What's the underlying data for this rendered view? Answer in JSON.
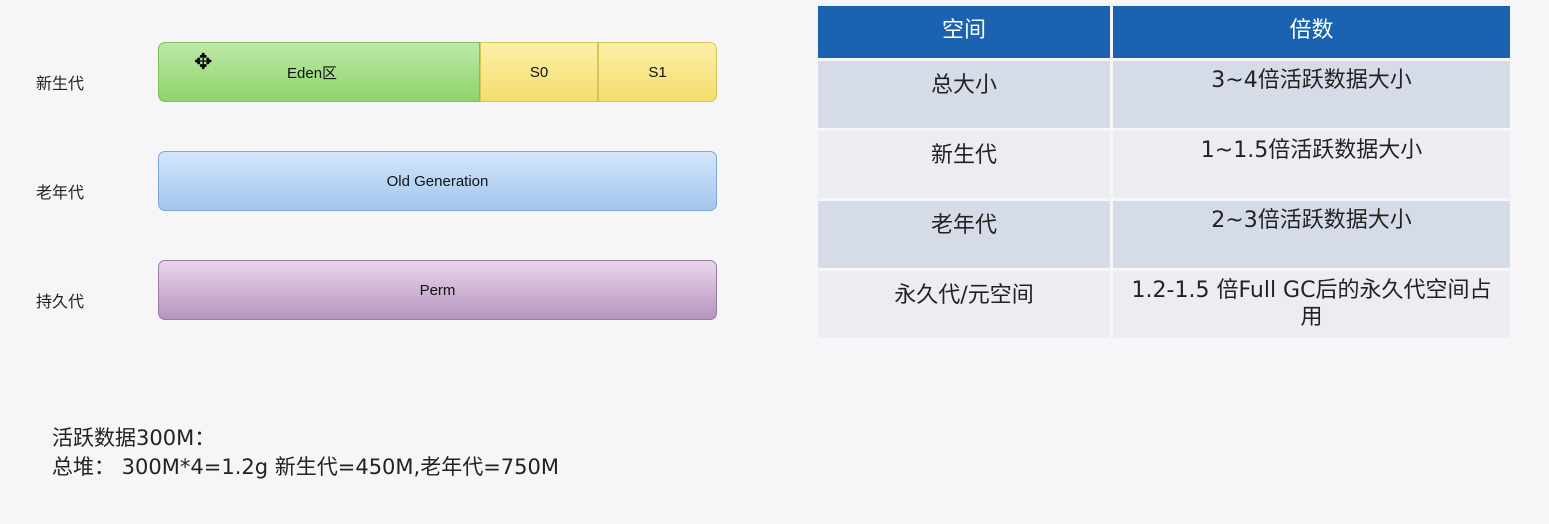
{
  "generations": {
    "young_label": "新生代",
    "old_label": "老年代",
    "perm_label": "持久代",
    "eden": "Eden区",
    "s0": "S0",
    "s1": "S1",
    "old_bar": "Old Generation",
    "perm_bar": "Perm"
  },
  "table": {
    "headers": [
      "空间",
      "倍数"
    ],
    "rows": [
      [
        "总大小",
        "3~4倍活跃数据大小"
      ],
      [
        "新生代",
        "1~1.5倍活跃数据大小"
      ],
      [
        "老年代",
        "2~3倍活跃数据大小"
      ],
      [
        "永久代/元空间",
        "1.2-1.5 倍Full GC后的永久代空间占用"
      ]
    ]
  },
  "notes": {
    "line1": "活跃数据300M：",
    "line2": "总堆：  300M*4=1.2g 新生代=450M,老年代=750M"
  },
  "colors": {
    "header_blue": "#1b63b0",
    "eden_green": "#8fd36c",
    "survivor_yellow": "#f4de6e",
    "old_blue": "#a3c6ef",
    "perm_purple": "#b694c0"
  }
}
